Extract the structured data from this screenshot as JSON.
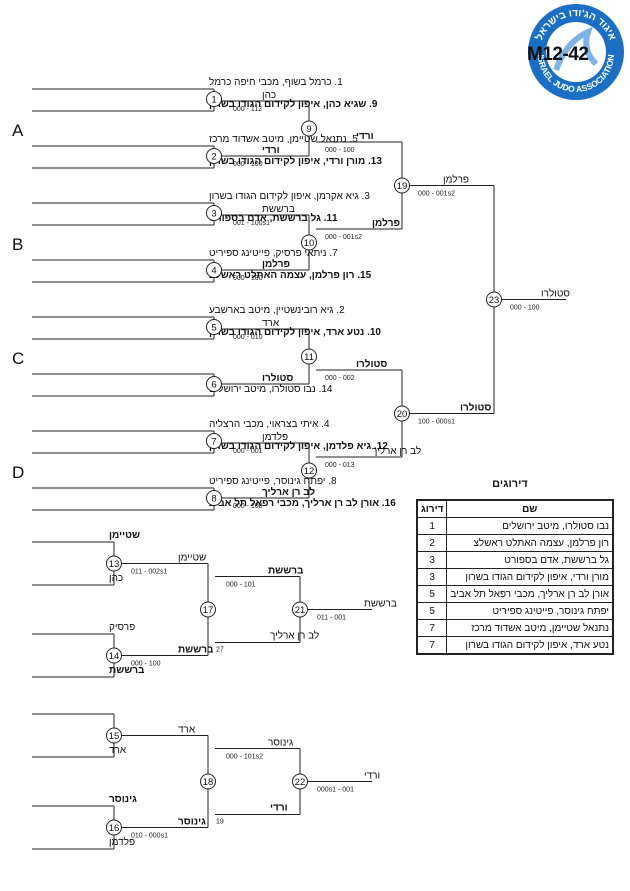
{
  "category": "M12-42",
  "logo": {
    "top_text": "איגוד הג'ודו בישראל",
    "bottom_text": "ISRAEL JUDO ASSOCIATION"
  },
  "groups": [
    "A",
    "B",
    "C",
    "D"
  ],
  "entries": [
    {
      "text": "1. כרמל בשוף, מכבי חיפה כרמל",
      "bold": false
    },
    {
      "text": "9. שגיא כהן, איפון לקידום הגודו בשרון",
      "bold": true
    },
    {
      "text": "5. נתנאל שטיימן, מיטב אשדוד מרכז",
      "bold": false
    },
    {
      "text": "13. מורן ורדי, איפון לקידום הגודו בשרון",
      "bold": true
    },
    {
      "text": "3. גיא אקרמן, איפון לקידום הגודו בשרון",
      "bold": false
    },
    {
      "text": "11. גל ברששת, אדם בספורט",
      "bold": true
    },
    {
      "text": "7. ניתאי פרסיק, פייטינג ספיריט",
      "bold": false
    },
    {
      "text": "15. רון פרלמן, עצמה האתלט ראשלצ",
      "bold": true
    },
    {
      "text": "2. גיא רובינשטיין, מיטב בארשבע",
      "bold": false
    },
    {
      "text": "10. נטע ארד, איפון לקידום הגודו בשרון",
      "bold": true
    },
    {
      "text": "",
      "bold": false
    },
    {
      "text": "14. נבו סטולרו, מיטב ירושלים",
      "bold": false
    },
    {
      "text": "4. איתי בצראוי, מכבי הרצליה",
      "bold": false
    },
    {
      "text": "12. גיא פלדמן, איפון לקידום הגודו בשרון",
      "bold": true
    },
    {
      "text": "8. יפתח גינוסר, פייטינג ספיריט",
      "bold": false
    },
    {
      "text": "16. אורן לב רן ארליך, מכבי רפאל תל אביב",
      "bold": true
    }
  ],
  "matches": [
    {
      "id": "1",
      "winner": "כהן",
      "bold": false,
      "score": "000 - 112"
    },
    {
      "id": "2",
      "winner": "ורדי",
      "bold": true,
      "score": "000 - 100"
    },
    {
      "id": "3",
      "winner": "ברששת",
      "bold": false,
      "score": "001 - 100s1"
    },
    {
      "id": "4",
      "winner": "פרלמן",
      "bold": true,
      "score": "000 - 100"
    },
    {
      "id": "5",
      "winner": "ארד",
      "bold": false,
      "score": "000 - 010"
    },
    {
      "id": "6",
      "winner": "סטולרו",
      "bold": true,
      "score": ""
    },
    {
      "id": "7",
      "winner": "פלדמן",
      "bold": false,
      "score": "000 - 001"
    },
    {
      "id": "8",
      "winner": "לב רן ארליך",
      "bold": true,
      "score": "000 - 100"
    },
    {
      "id": "9",
      "winner": "ורדי",
      "bold": true,
      "score": "000 - 100"
    },
    {
      "id": "10",
      "winner": "פרלמן",
      "bold": true,
      "score": "000 - 001s2"
    },
    {
      "id": "11",
      "winner": "סטולרו",
      "bold": true,
      "score": "000 - 002"
    },
    {
      "id": "12",
      "winner": "לב רן ארליך",
      "bold": false,
      "score": "000 - 013"
    },
    {
      "id": "19",
      "winner": "פרלמן",
      "bold": false,
      "score": "000 - 001s2"
    },
    {
      "id": "20",
      "winner": "סטולרו",
      "bold": true,
      "score": "100 - 000s1"
    },
    {
      "id": "23",
      "winner": "סטולרו",
      "bold": false,
      "score": "000 - 100"
    }
  ],
  "repechage": {
    "entries": [
      {
        "text": "שטיימן",
        "bold": true
      },
      {
        "text": "כהן",
        "bold": false
      },
      {
        "text": "פרסיק",
        "bold": false
      },
      {
        "text": "ברששת",
        "bold": true
      },
      {
        "text": "",
        "bold": false
      },
      {
        "text": "ארד",
        "bold": false
      },
      {
        "text": "גינוסר",
        "bold": true
      },
      {
        "text": "פלדמן",
        "bold": false
      }
    ],
    "matches": [
      {
        "id": "13",
        "winner": "שטיימן",
        "bold": false,
        "score": "011 - 002s1"
      },
      {
        "id": "14",
        "winner": "ברששת",
        "bold": true,
        "score": "000 - 100"
      },
      {
        "id": "17",
        "winner": "ברששת",
        "bold": true,
        "score": "000 - 101"
      },
      {
        "id": "21",
        "winner": "ברששת",
        "bold": false,
        "score": "011 - 001"
      },
      {
        "id": "15",
        "winner": "ארד",
        "bold": false,
        "score": ""
      },
      {
        "id": "16",
        "winner": "גינוסר",
        "bold": true,
        "score": "010 - 000s1"
      },
      {
        "id": "18",
        "winner": "גינוסר",
        "bold": false,
        "score": "000 - 101s2"
      },
      {
        "id": "22",
        "winner": "ורדי",
        "bold": false,
        "score": "000s1 - 001"
      }
    ],
    "drop_ins": [
      {
        "text": "לב רן ארליך",
        "tiny": "27"
      },
      {
        "text": "ורדי",
        "tiny": "19",
        "bold": true
      }
    ]
  },
  "ranking": {
    "title": "דירוגים",
    "col_place": "דירוג",
    "col_name": "שם",
    "rows": [
      {
        "place": "1",
        "name": "נבו סטולרו, מיטב ירושלים"
      },
      {
        "place": "2",
        "name": "רון פרלמן, עצמה האתלט ראשלצ"
      },
      {
        "place": "3",
        "name": "גל ברששת, אדם בספורט"
      },
      {
        "place": "3",
        "name": "מורן ורדי, איפון לקידום הגודו בשרון"
      },
      {
        "place": "5",
        "name": "אורן לב רן ארליך, מכבי רפאל תל אביב"
      },
      {
        "place": "5",
        "name": "יפתח גינוסר, פייטינג ספיריט"
      },
      {
        "place": "7",
        "name": "נתנאל שטיימן, מיטב אשדוד מרכז"
      },
      {
        "place": "7",
        "name": "נטע ארד, איפון לקידום הגודו בשרון"
      }
    ]
  }
}
